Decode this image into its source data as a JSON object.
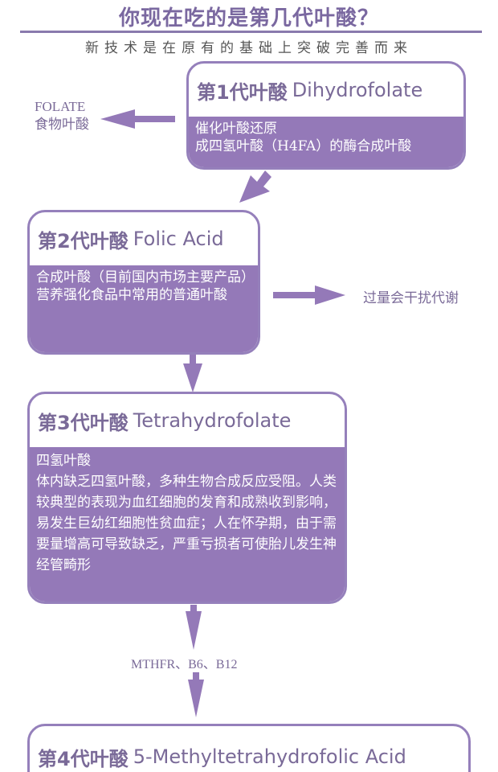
{
  "title": "你现在吃的是第几代叶酸？",
  "subtitle": "新技术是在原有的基础上突破完善而来",
  "accent": "#9479b8",
  "side_notes": {
    "folate_en": "FOLATE",
    "folate_cn": "食物叶酸",
    "excess": "过量会干扰代谢",
    "cofactors": "MTHFR、B6、B12"
  },
  "generations": [
    {
      "gen": "第1代叶酸",
      "name": "Dihydrofolate",
      "lines": [
        "催化叶酸还原",
        "成四氢叶酸（H4FA）的酶合成叶酸"
      ]
    },
    {
      "gen": "第2代叶酸",
      "name": "Folic Acid",
      "lines": [
        "合成叶酸（目前国内市场主要产品）",
        "营养强化食品中常用的普通叶酸"
      ]
    },
    {
      "gen": "第3代叶酸",
      "name": "Tetrahydrofolate",
      "lines": [
        "四氢叶酸",
        "体内缺乏四氢叶酸，多种生物合成反应受阻。人类较典型的表现为血红细胞的发育和成熟收到影响，易发生巨幼红细胞性贫血症；人在怀孕期，由于需要量增高可导致缺乏，严重亏损者可使胎儿发生神经管畸形"
      ]
    },
    {
      "gen": "第4代叶酸",
      "name": "5-Methyltetrahydrofolic Acid",
      "lines": []
    }
  ]
}
